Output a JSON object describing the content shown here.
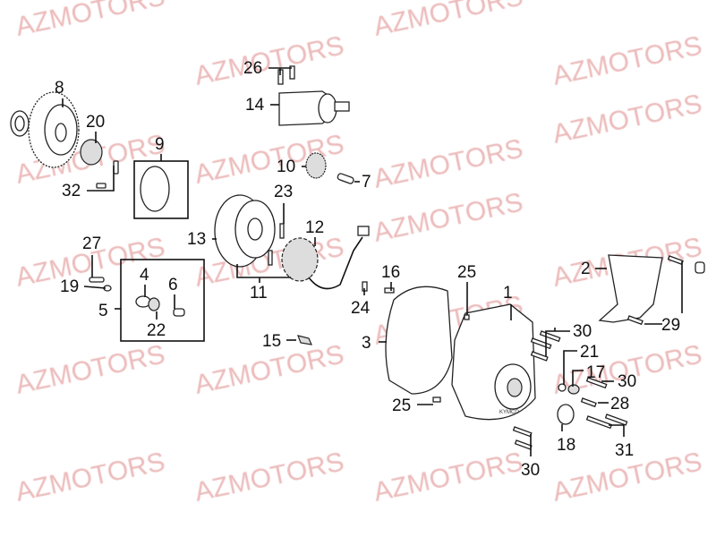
{
  "watermark": "AZMOTORS",
  "watermark_color": "#e6a3a3",
  "callouts": [
    "8",
    "20",
    "9",
    "32",
    "26",
    "14",
    "10",
    "7",
    "23",
    "12",
    "13",
    "11",
    "27",
    "19",
    "4",
    "6",
    "5",
    "22",
    "16",
    "25",
    "24",
    "1",
    "2",
    "29",
    "30",
    "21",
    "17",
    "30",
    "28",
    "3",
    "15",
    "25",
    "18",
    "31",
    "30"
  ],
  "cover_logo": "KYMCO"
}
